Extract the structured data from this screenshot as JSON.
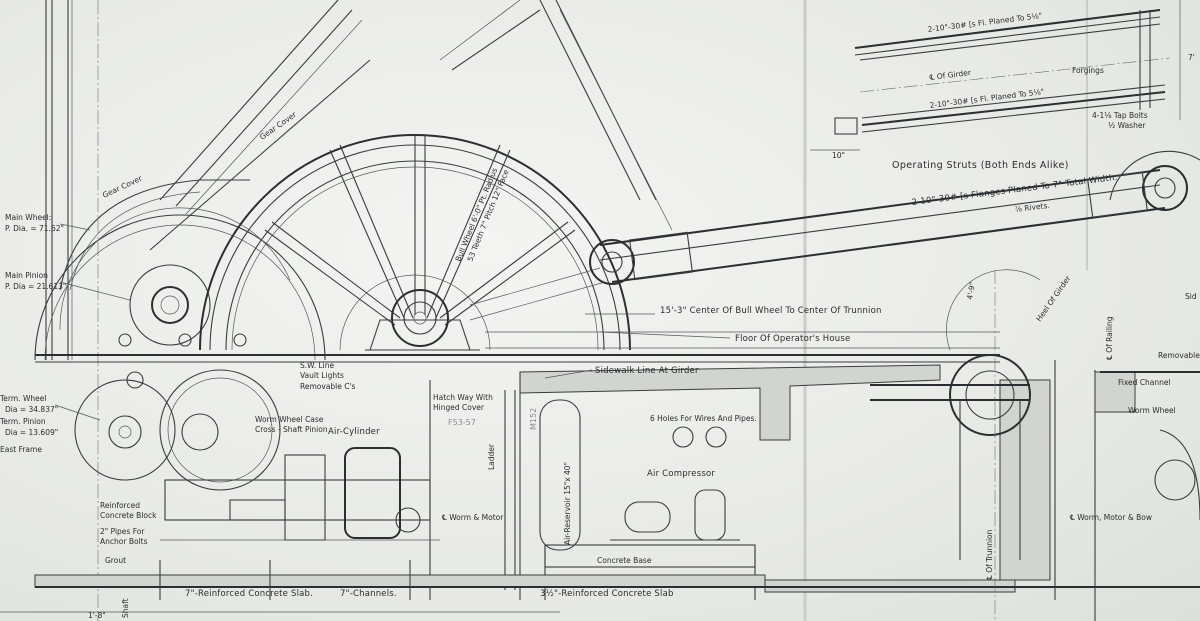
{
  "labels": {
    "gear_cover_upper": "Gear Cover",
    "gear_cover_left": "Gear Cover",
    "main_wheel": "Main Wheel:",
    "main_wheel_dia": "P. Dia. = 71.62\"",
    "main_pinion": "Main Pinion",
    "main_pinion_dia": "P. Dia = 21.613\"",
    "worm_wheel": "Term. Wheel",
    "worm_wheel_dia": "Dia = 34.837\"",
    "worm_pinion": "Term. Pinion",
    "worm_pinion_dia": "Dia = 13.609\"",
    "cast_frame": "East Frame",
    "reinforced_block_1": "Reinforced",
    "reinforced_block_2": "Concrete Block",
    "pipes_1": "2\" Pipes For",
    "pipes_2": "Anchor Bolts",
    "grout": "Grout",
    "slab_left": "7\"-Reinforced Concrete Slab.",
    "channels": "7\"-Channels.",
    "slab_right": "3½\"-Reinforced Concrete Slab",
    "dim_bottom": "1'-8\"",
    "shaft": "Shaft",
    "bull_wheel_1": "Bull Wheel 6'-0\" Pt. Radius",
    "bull_wheel_2": "53 Teeth 7\" Pitch 12\" Face",
    "center_dim": "15'-3\" Center Of Bull Wheel To Center Of Trunnion",
    "floor_house": "Floor Of Operator's House",
    "sw_line": "S.W. Line",
    "vault_lights": "Vault Lights",
    "removable_cs": "Removable C's",
    "worm_case_1": "Worm Wheel Case",
    "worm_case_2": "Cross - Shaft Pinion",
    "air_cylinder": "Air-Cylinder",
    "hatch_1": "Hatch Way With",
    "hatch_2": "Hinged Cover",
    "sidewalk": "Sidewalk Line At Girder",
    "holes": "6 Holes For Wires And Pipes.",
    "air_compressor": "Air Compressor",
    "concrete_base": "Concrete Base",
    "air_reservoir": "Air-Reservoir 15\"x 40\"",
    "ladder": "Ladder",
    "worm_motor": "℄ Worm & Motor",
    "trunnion": "℄ Of Trunnion",
    "heel_girder": "Heel Of Girder",
    "railing": "℄ Of Railing",
    "removable_r": "Removable",
    "fixed_channel": "Fixed Channel",
    "worm_wheel_r": "Worm Wheel",
    "worm_motor_r": "℄ Worm, Motor & Bow",
    "strut_top": "2-10\"-30# [s Fl. Planed To 5⅛\"",
    "strut_cl": "℄ Of Girder",
    "strut_bottom": "2-10\"-30# [s Fl. Planed To 5⅛\"",
    "forgings": "Forgings",
    "tap_bolts": "4-1⅛ Tap Bolts",
    "washer": "½ Washer",
    "dim_10": "10\"",
    "operating_struts": "Operating Struts (Both Ends Alike)",
    "strut_flanges": "2-10\"-30# [s Flanges Planed To 7\" Total Width.",
    "rivets": "⅞ Rivets.",
    "dim_4_9": "4'-9\"",
    "side_r": "Sid",
    "corner_7": "7'",
    "f53": "F53-57",
    "m152": "M152"
  }
}
